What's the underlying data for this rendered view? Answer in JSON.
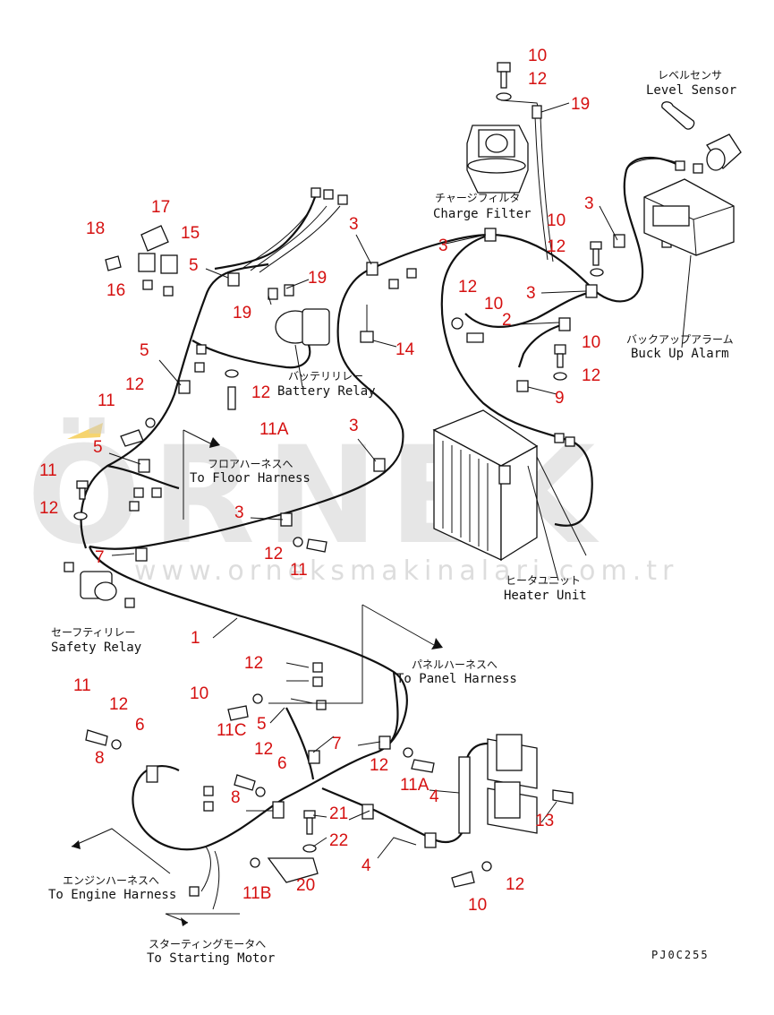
{
  "drawing_code": "PJ0C255",
  "watermark": {
    "text": "ÖRNEK",
    "url": "www.orneksmakinalari.com.tr",
    "color": "#cfcfcf",
    "accent": "#f2c230"
  },
  "colors": {
    "callout": "#d51010",
    "line": "#111111"
  },
  "labels": {
    "level_sensor_jp": "レベルセンサ",
    "level_sensor_en": "Level Sensor",
    "charge_filter_jp": "チャージフィルタ",
    "charge_filter_en": "Charge Filter",
    "battery_relay_jp": "バッテリリレー",
    "battery_relay_en": "Battery Relay",
    "backup_alarm_jp": "バックアップアラーム",
    "backup_alarm_en": "Buck Up Alarm",
    "floor_harness_jp": "フロアハーネスへ",
    "floor_harness_en": "To Floor Harness",
    "heater_unit_jp": "ヒータユニット",
    "heater_unit_en": "Heater Unit",
    "safety_relay_jp": "セーフティリレー",
    "safety_relay_en": "Safety Relay",
    "panel_harness_jp": "パネルハーネスへ",
    "panel_harness_en": "To Panel Harness",
    "engine_harness_jp": "エンジンハーネスへ",
    "engine_harness_en": "To Engine Harness",
    "starting_motor_jp": "スターティングモータへ",
    "starting_motor_en": "To Starting Motor"
  },
  "callouts": {
    "c_10_top": "10",
    "c_12_top": "12",
    "c_19_top": "19",
    "c_3_right": "3",
    "c_10_right": "10",
    "c_12_right": "12",
    "c_3_cf": "3",
    "c_3_upper": "3",
    "c_12_mid": "12",
    "c_10_mid": "10",
    "c_3_mid": "3",
    "c_2": "2",
    "c_10_alarm": "10",
    "c_12_alarm": "12",
    "c_9": "9",
    "c_14": "14",
    "c_17": "17",
    "c_18": "18",
    "c_15": "15",
    "c_16": "16",
    "c_5_top": "5",
    "c_19_br1": "19",
    "c_19_br2": "19",
    "c_5_left": "5",
    "c_12_left": "12",
    "c_11_left": "11",
    "c_12_br": "12",
    "c_11a_br": "11A",
    "c_3_heater": "3",
    "c_5_floor": "5",
    "c_11_floor": "11",
    "c_12_floor": "12",
    "c_3_low": "3",
    "c_12_low": "12",
    "c_11_low": "11",
    "c_7_left": "7",
    "c_1": "1",
    "c_12_ph": "12",
    "c_10_ph": "10",
    "c_11c": "11C",
    "c_5_ph": "5",
    "c_7_ph": "7",
    "c_11_bl": "11",
    "c_12_bl": "12",
    "c_6_bl": "6",
    "c_8_bl": "8",
    "c_12_bc": "12",
    "c_6_bc": "6",
    "c_8_bc": "8",
    "c_12_br2": "12",
    "c_11a_br2": "11A",
    "c_4_r": "4",
    "c_21": "21",
    "c_22": "22",
    "c_4_low": "4",
    "c_11b": "11B",
    "c_20": "20",
    "c_13": "13",
    "c_10_bot": "10",
    "c_12_bot": "12"
  }
}
